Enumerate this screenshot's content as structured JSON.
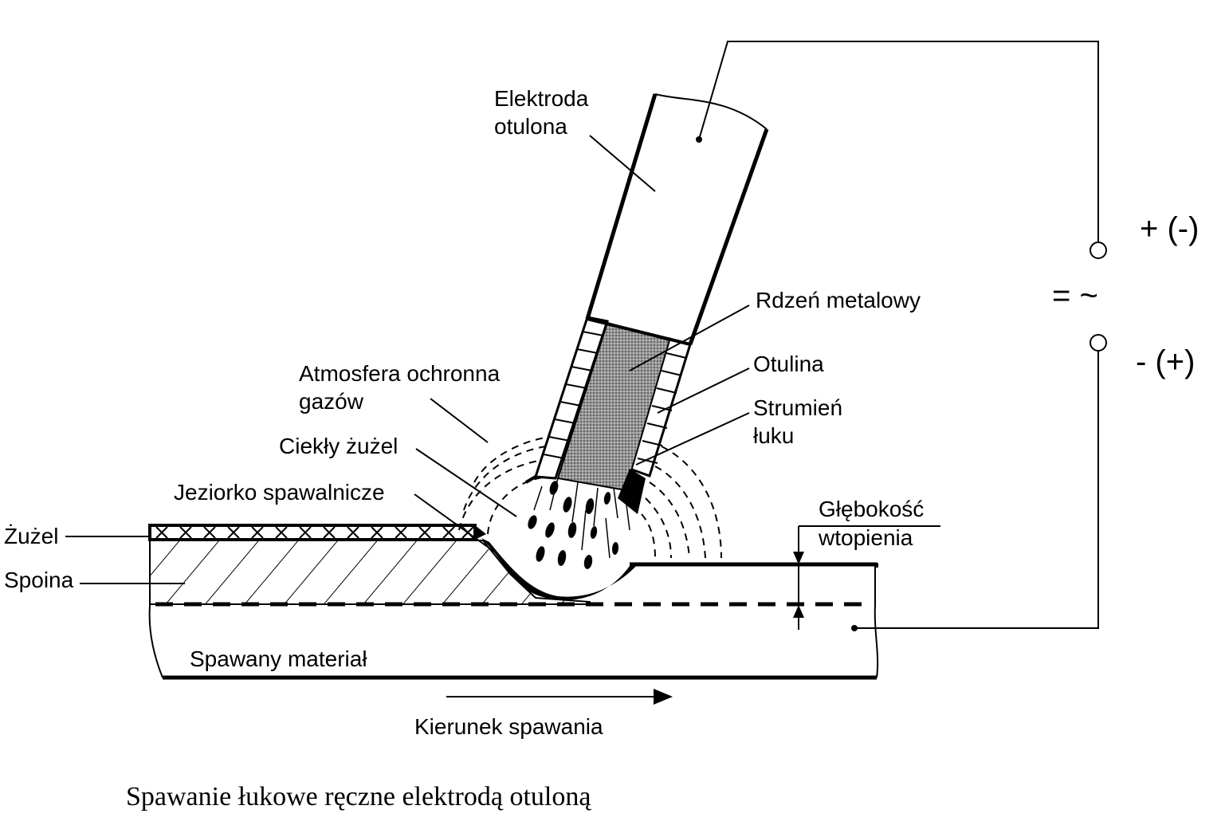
{
  "labels": {
    "electrode_line1": "Elektroda",
    "electrode_line2": "otulona",
    "core": "Rdzeń metalowy",
    "coating": "Otulina",
    "arc_line1": "Strumień",
    "arc_line2": "łuku",
    "gas_line1": "Atmosfera ochronna",
    "gas_line2": "gazów",
    "liquid_slag": "Ciekły żużel",
    "pool": "Jeziorko spawalnicze",
    "slag": "Żużel",
    "weld": "Spoina",
    "depth_line1": "Głębokość",
    "depth_line2": "wtopienia",
    "material": "Spawany materiał",
    "direction": "Kierunek spawania"
  },
  "power": {
    "positive": "+ (-)",
    "negative": "- (+)",
    "current_type": "= ~"
  },
  "caption": "Spawanie łukowe ręczne elektrodą otuloną"
}
